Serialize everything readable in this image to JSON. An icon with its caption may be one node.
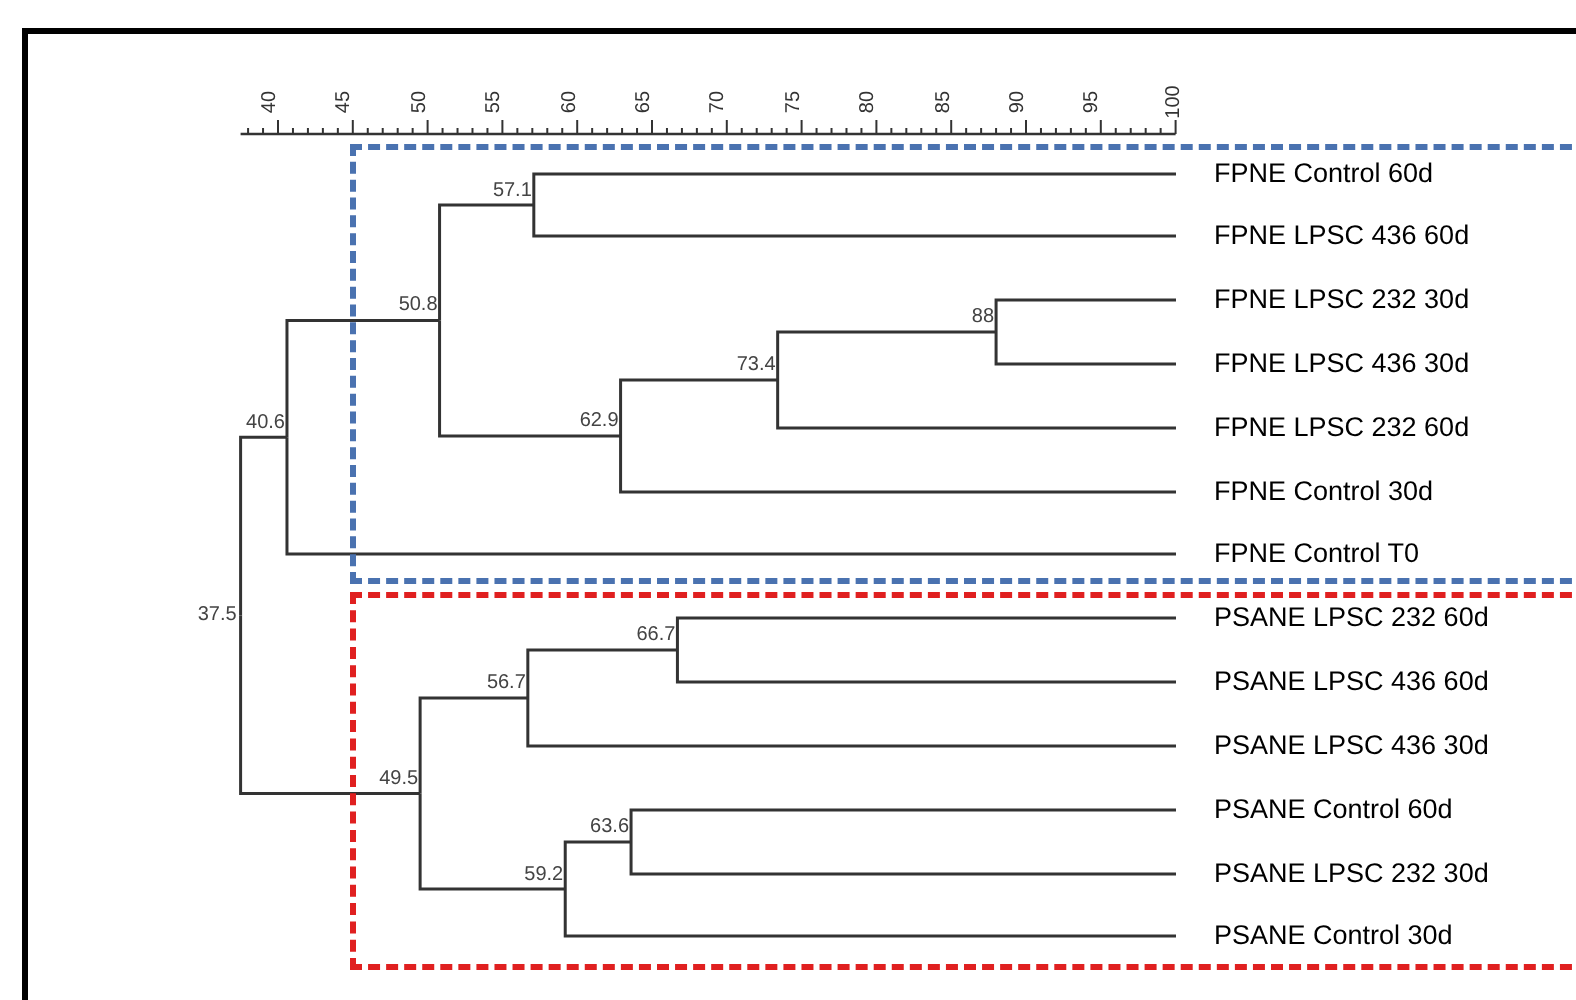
{
  "diagram": {
    "nodes": [
      {
        "text": [],
        "shape": "box"
      },
      {
        "text": [
          "FPNE Control 60d"
        ],
        "in": 0
      },
      {
        "text": [
          "FPNE LPSC 436 60d"
        ],
        "in": 0
      },
      {
        "text": [
          "FPNE LPSC 232 30d"
        ],
        "in": 0
      },
      {
        "text": [
          "FPNE LPSC 436 30d"
        ],
        "in": 0
      },
      {
        "text": [
          "FPNE LPSC 232 60d"
        ],
        "in": 0
      },
      {
        "text": [
          "FPNE Control 30d"
        ],
        "in": 0
      },
      {
        "text": [
          "FPNE Control T0"
        ],
        "in": 0
      },
      {
        "text": [],
        "shape": "box"
      },
      {
        "text": [
          "PSANE LPSC 232 60d"
        ],
        "in": 8
      },
      {
        "text": [
          "PSANE LPSC 436 60d"
        ],
        "in": 8
      },
      {
        "text": [
          "PSANE LPSC 436 30d"
        ],
        "in": 8
      },
      {
        "text": [
          "PSANE Control 60d"
        ],
        "in": 8
      },
      {
        "text": [
          "PSANE LPSC 232 30d"
        ],
        "in": 8
      },
      {
        "text": [
          "PSANE Control 30d"
        ],
        "in": 8
      },
      {
        "text": [
          "57.1"
        ],
        "in": 0
      },
      {
        "text": [
          "88"
        ],
        "in": 0
      },
      {
        "text": [
          "73.4"
        ],
        "in": 0
      },
      {
        "text": [
          "62.9"
        ],
        "in": 0
      },
      {
        "text": [
          "50.8"
        ],
        "in": 0
      },
      {
        "text": [
          "40.6"
        ]
      },
      {
        "text": [
          "37.5"
        ]
      },
      {
        "text": [
          "66.7"
        ],
        "in": 8
      },
      {
        "text": [
          "56.7"
        ],
        "in": 8
      },
      {
        "text": [
          "63.6"
        ],
        "in": 8
      },
      {
        "text": [
          "59.2"
        ],
        "in": 8
      },
      {
        "text": [
          "49.5"
        ],
        "in": 8
      }
    ],
    "edges": [
      {
        "from": 15,
        "to": 1,
        "arrow": "none"
      },
      {
        "from": 15,
        "to": 2,
        "arrow": "none"
      },
      {
        "from": 16,
        "to": 3,
        "arrow": "none"
      },
      {
        "from": 16,
        "to": 4,
        "arrow": "none"
      },
      {
        "from": 17,
        "to": 16,
        "arrow": "none"
      },
      {
        "from": 17,
        "to": 5,
        "arrow": "none"
      },
      {
        "from": 18,
        "to": 17,
        "arrow": "none"
      },
      {
        "from": 18,
        "to": 6,
        "arrow": "none"
      },
      {
        "from": 19,
        "to": 15,
        "arrow": "none"
      },
      {
        "from": 19,
        "to": 18,
        "arrow": "none"
      },
      {
        "from": 20,
        "to": 19,
        "arrow": "none"
      },
      {
        "from": 20,
        "to": 7,
        "arrow": "none"
      },
      {
        "from": 21,
        "to": 20,
        "arrow": "none"
      },
      {
        "from": 21,
        "to": 26,
        "arrow": "none"
      },
      {
        "from": 22,
        "to": 9,
        "arrow": "none"
      },
      {
        "from": 22,
        "to": 10,
        "arrow": "none"
      },
      {
        "from": 23,
        "to": 22,
        "arrow": "none"
      },
      {
        "from": 23,
        "to": 11,
        "arrow": "none"
      },
      {
        "from": 24,
        "to": 12,
        "arrow": "none"
      },
      {
        "from": 24,
        "to": 13,
        "arrow": "none"
      },
      {
        "from": 25,
        "to": 24,
        "arrow": "none"
      },
      {
        "from": 25,
        "to": 14,
        "arrow": "none"
      },
      {
        "from": 26,
        "to": 23,
        "arrow": "none"
      },
      {
        "from": 26,
        "to": 25,
        "arrow": "none"
      }
    ],
    "labels": [
      "40",
      "45",
      "50",
      "55",
      "60",
      "65",
      "70",
      "75",
      "80",
      "85",
      "90",
      "95",
      "100"
    ]
  }
}
